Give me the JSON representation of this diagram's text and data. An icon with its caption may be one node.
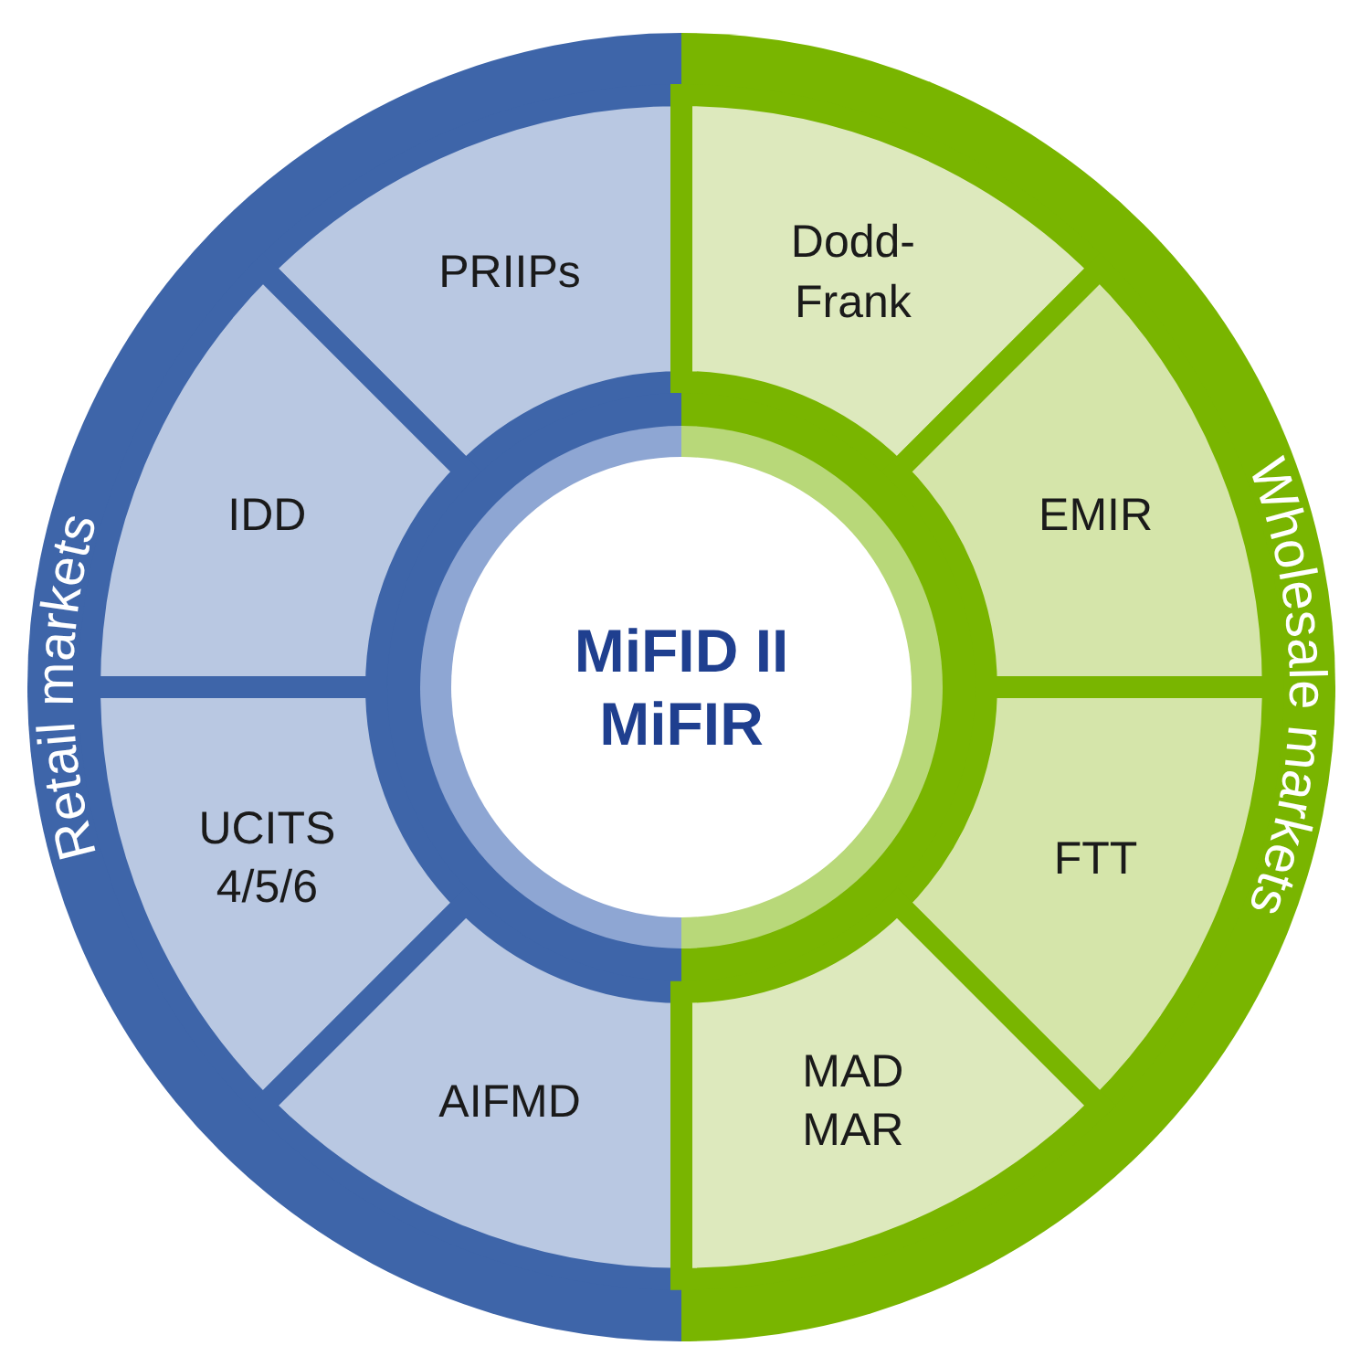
{
  "diagram": {
    "nodes": [
      {
        "text": [
          "Retail markets"
        ]
      },
      {
        "text": [
          "PRIIPs"
        ],
        "in": 0
      },
      {
        "text": [
          "IDD"
        ],
        "in": 0
      },
      {
        "text": [
          "UCITS 4/5/6"
        ],
        "in": 0
      },
      {
        "text": [
          "AIFMD"
        ],
        "in": 0
      },
      {
        "text": [
          "Wholesale markets"
        ]
      },
      {
        "text": [
          "Dodd-Frank"
        ],
        "in": 5
      },
      {
        "text": [
          "EMIR"
        ],
        "in": 5
      },
      {
        "text": [
          "FTT"
        ],
        "in": 5
      },
      {
        "text": [
          "MAD MAR"
        ],
        "in": 5
      },
      {
        "text": [
          "MiFID II",
          "MiFIR"
        ]
      }
    ]
  }
}
